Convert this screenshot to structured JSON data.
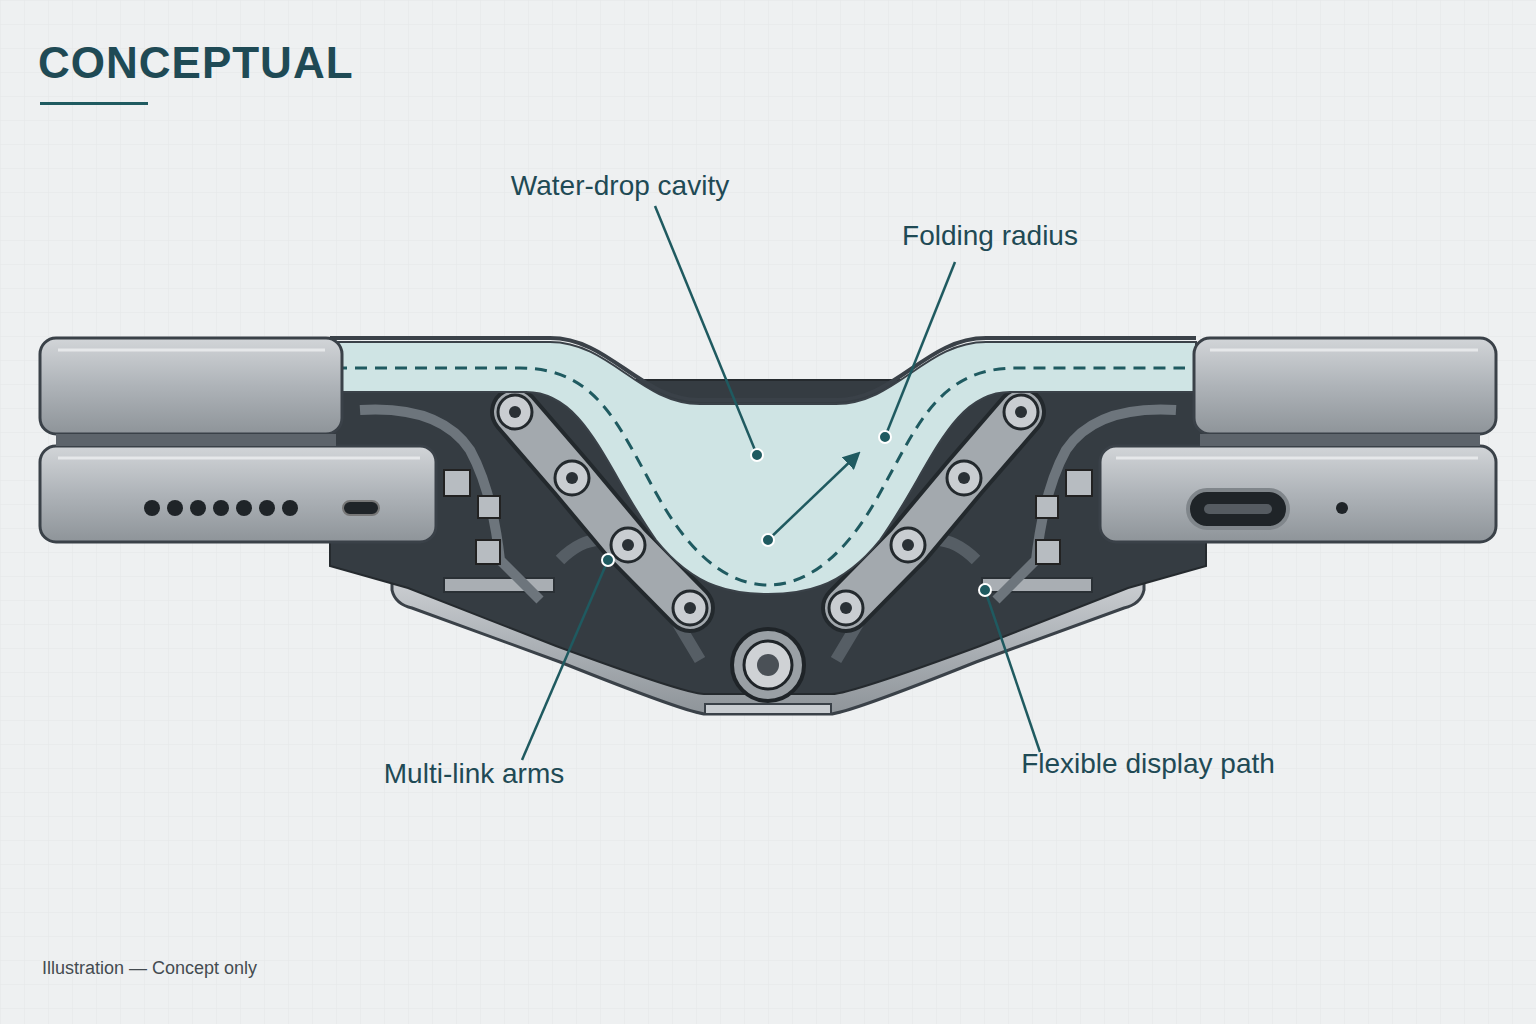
{
  "diagram": {
    "title": "CONCEPTUAL",
    "caption": "Illustration — Concept only",
    "labels": [
      "Water-drop cavity",
      "Folding radius",
      "Multi-link arms",
      "Flexible display path"
    ]
  }
}
